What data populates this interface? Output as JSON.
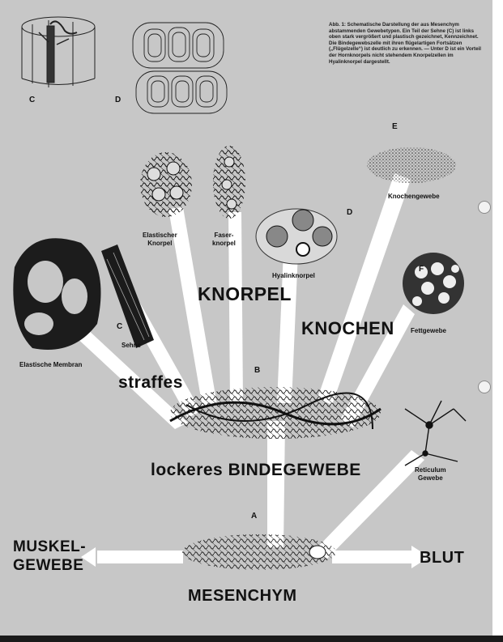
{
  "caption": "Abb. 1: Schematische Darstellung der aus Mesenchym abstammenden Gewebetypen. Ein Teil der Sehne (C) ist links oben stark vergrößert und plastisch gezeichnet, Kennzeichnet. Die Bindegewebszelle mit ihren flügelartigen Fortsätzen („Flügelzelle“) ist deutlich zu erkennen. — Unter D ist ein Vorteil der Hornknorpels nicht stehendem Knorpelzellen im Hyalinknorpel dargestellt.",
  "inset_letters": {
    "c": "C",
    "d": "D"
  },
  "letters": {
    "e": "E",
    "d": "D",
    "f": "F",
    "c": "C",
    "b": "B",
    "a": "A"
  },
  "labels": {
    "elastic_cartilage": [
      "Elastischer",
      "Knorpel"
    ],
    "fiber_cartilage": [
      "Faser-",
      "knorpel"
    ],
    "hyaline_cartilage": "Hyalinknorpel",
    "bone_tissue": "Knochengewebe",
    "fat_tissue": "Fettgewebe",
    "tendon": "Sehne",
    "elastic_membrane": "Elastische Membran",
    "reticular_tissue": [
      "Reticulum",
      "Gewebe"
    ]
  },
  "headings": {
    "knorpel": "KNORPEL",
    "knochen": "KNOCHEN",
    "straffes": "straffes",
    "lockeres": "lockeres BINDEGEWEBE",
    "muskel": [
      "MUSKEL-",
      "GEWEBE"
    ],
    "blut": "BLUT",
    "mesenchym": "MESENCHYM"
  }
}
